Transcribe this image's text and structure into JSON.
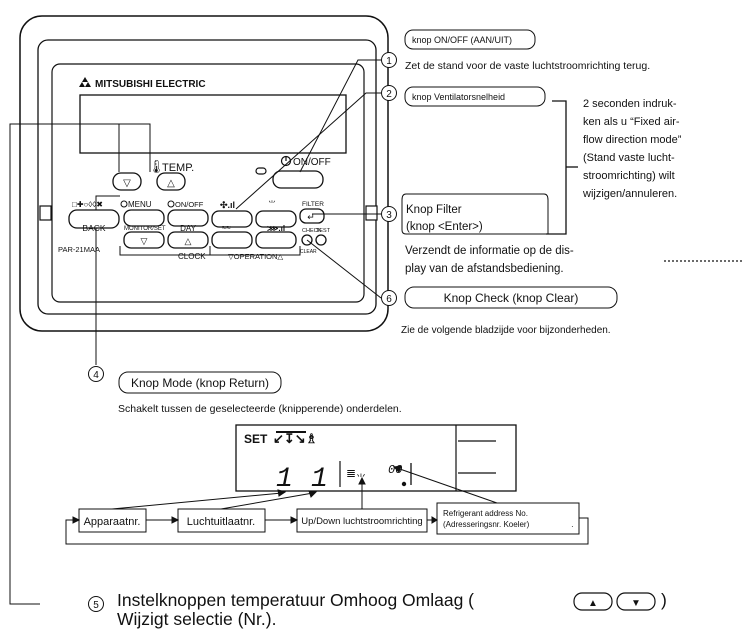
{
  "remote": {
    "brand": "MITSUBISHI ELECTRIC",
    "model": "PAR-21MAA",
    "temp_label": "TEMP.",
    "onoff_main": "ON/OFF",
    "btn_labels": {
      "back": "BACK",
      "menu": "MENU",
      "onoff_small": "ON/OFF",
      "monitor_set": "MONITOR/SET",
      "day": "DAY",
      "clock": "CLOCK",
      "operation": "OPERATION",
      "filter": "FILTER",
      "check": "CHECK",
      "test": "TEST",
      "clear": "CLEAR"
    }
  },
  "callouts": {
    "c1": {
      "num": "①",
      "title": "knop ON/OFF (AAN/UIT)",
      "desc": "Zet de stand voor de vaste luchtstroomrichting terug."
    },
    "c2": {
      "num": "②",
      "title": "knop Ventilatorsnelheid"
    },
    "brace_text": [
      "2 seconden indruk-",
      "ken als u “Fixed air-",
      "flow direction mode”",
      "(Stand vaste lucht-",
      "stroomrichting) wilt",
      "wijzigen/annuleren."
    ],
    "c3": {
      "num": "③",
      "title_1": "Knop Filter",
      "title_2": "(knop <Enter>)",
      "desc_1": "Verzendt de informatie op de dis-",
      "desc_2": "play van de afstandsbediening."
    },
    "c6": {
      "num": "⑥",
      "title": "Knop Check (knop Clear)",
      "desc": "Zie de volgende bladzijde voor bijzonderheden."
    },
    "c4": {
      "num": "④",
      "title": "Knop Mode (knop Return)",
      "desc": "Schakelt tussen de geselecteerde (knipperende) onderdelen."
    },
    "c5": {
      "num": "⑤",
      "title": "Instelknoppen temperatuur Omhoog Omlaag (",
      "title_end": ")",
      "desc": "Wijzigt selectie (Nr.)."
    }
  },
  "display": {
    "set_label": "SET",
    "digit_1": "1",
    "digit_2": "1",
    "address_value": "00"
  },
  "flow": [
    "Apparaatnr.",
    "Luchtuitlaatnr.",
    "Up/Down luchtstroomrichting"
  ],
  "flow_last_1": "Refrigerant address No.",
  "flow_last_2": "(Adresseringsnr. Koeler)"
}
